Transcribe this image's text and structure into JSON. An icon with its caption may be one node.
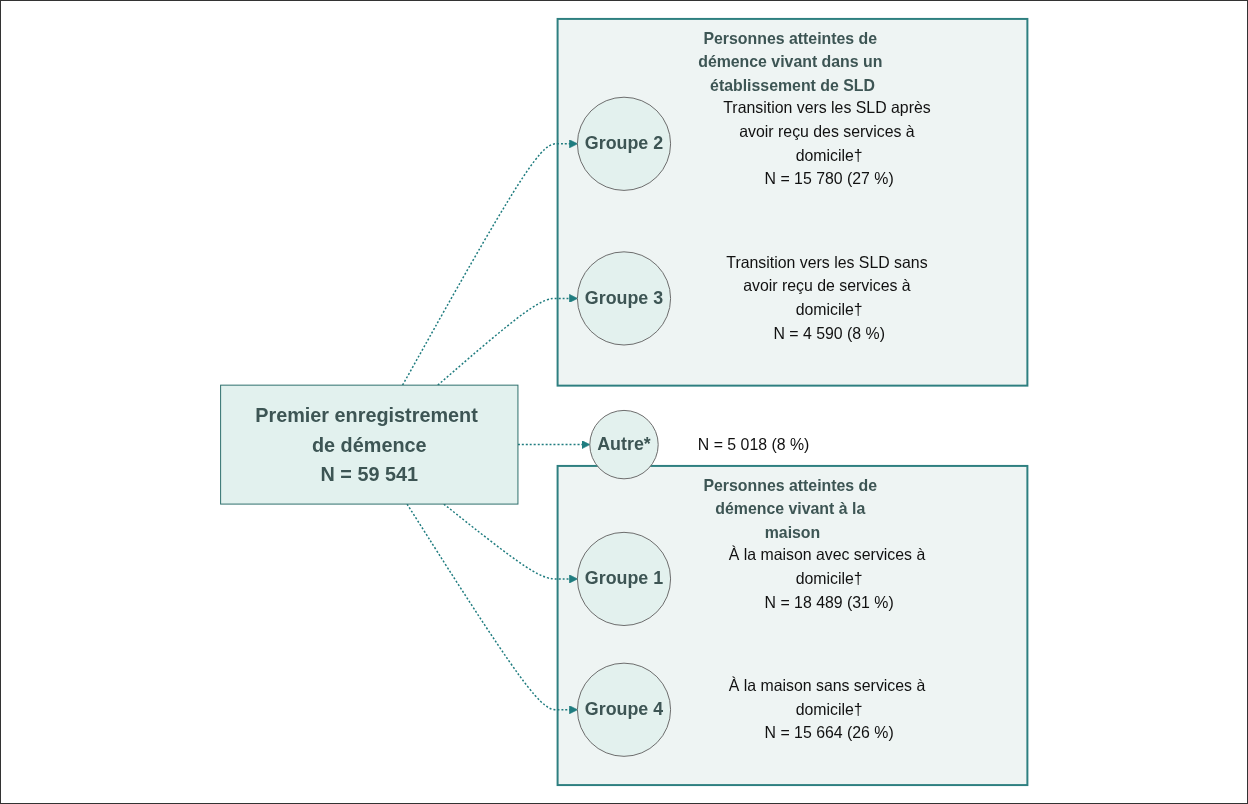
{
  "diagram": {
    "nodes": [
      {
        "text": [
          "Premier enregistrement de démence",
          "N = 59 541"
        ]
      },
      {
        "text": [
          "Personnes atteintes de démence vivant à la maison"
        ]
      },
      {
        "text": [
          "Groupe 1"
        ],
        "in": 1,
        "beside": [
          "À la maison avec services à domicile†",
          "N = 18 489 (31 %)"
        ]
      },
      {
        "text": [
          "Groupe 4"
        ],
        "in": 1,
        "beside": [
          "À la maison sans services à domicile†",
          "N = 15 664 (26 %)"
        ]
      },
      {
        "text": [
          "Personnes atteintes de démence vivant dans un établissement de SLD"
        ]
      },
      {
        "text": [
          "Groupe 2"
        ],
        "in": 4,
        "beside": [
          "Transition vers les SLD après avoir reçu des services à domicile†",
          "N = 15 780 (27 %)"
        ]
      },
      {
        "text": [
          "Groupe 3"
        ],
        "in": 4,
        "beside": [
          "Transition vers les SLD sans avoir reçu de services à domicile†",
          "N = 4 590 (8 %)"
        ]
      },
      {
        "text": [
          "Autre*"
        ],
        "beside": [
          "N = 5 018 (8 %)"
        ]
      }
    ],
    "edges": [
      {
        "from": 0,
        "to": 2,
        "arrow": "to",
        "style": "dashed"
      },
      {
        "from": 0,
        "to": 5,
        "arrow": "to",
        "style": "dashed"
      },
      {
        "from": 0,
        "to": 3,
        "arrow": "to",
        "style": "dashed"
      },
      {
        "from": 0,
        "to": 6,
        "arrow": "to",
        "style": "dashed"
      },
      {
        "from": 0,
        "to": 7,
        "arrow": "to",
        "style": "dashed"
      }
    ]
  }
}
